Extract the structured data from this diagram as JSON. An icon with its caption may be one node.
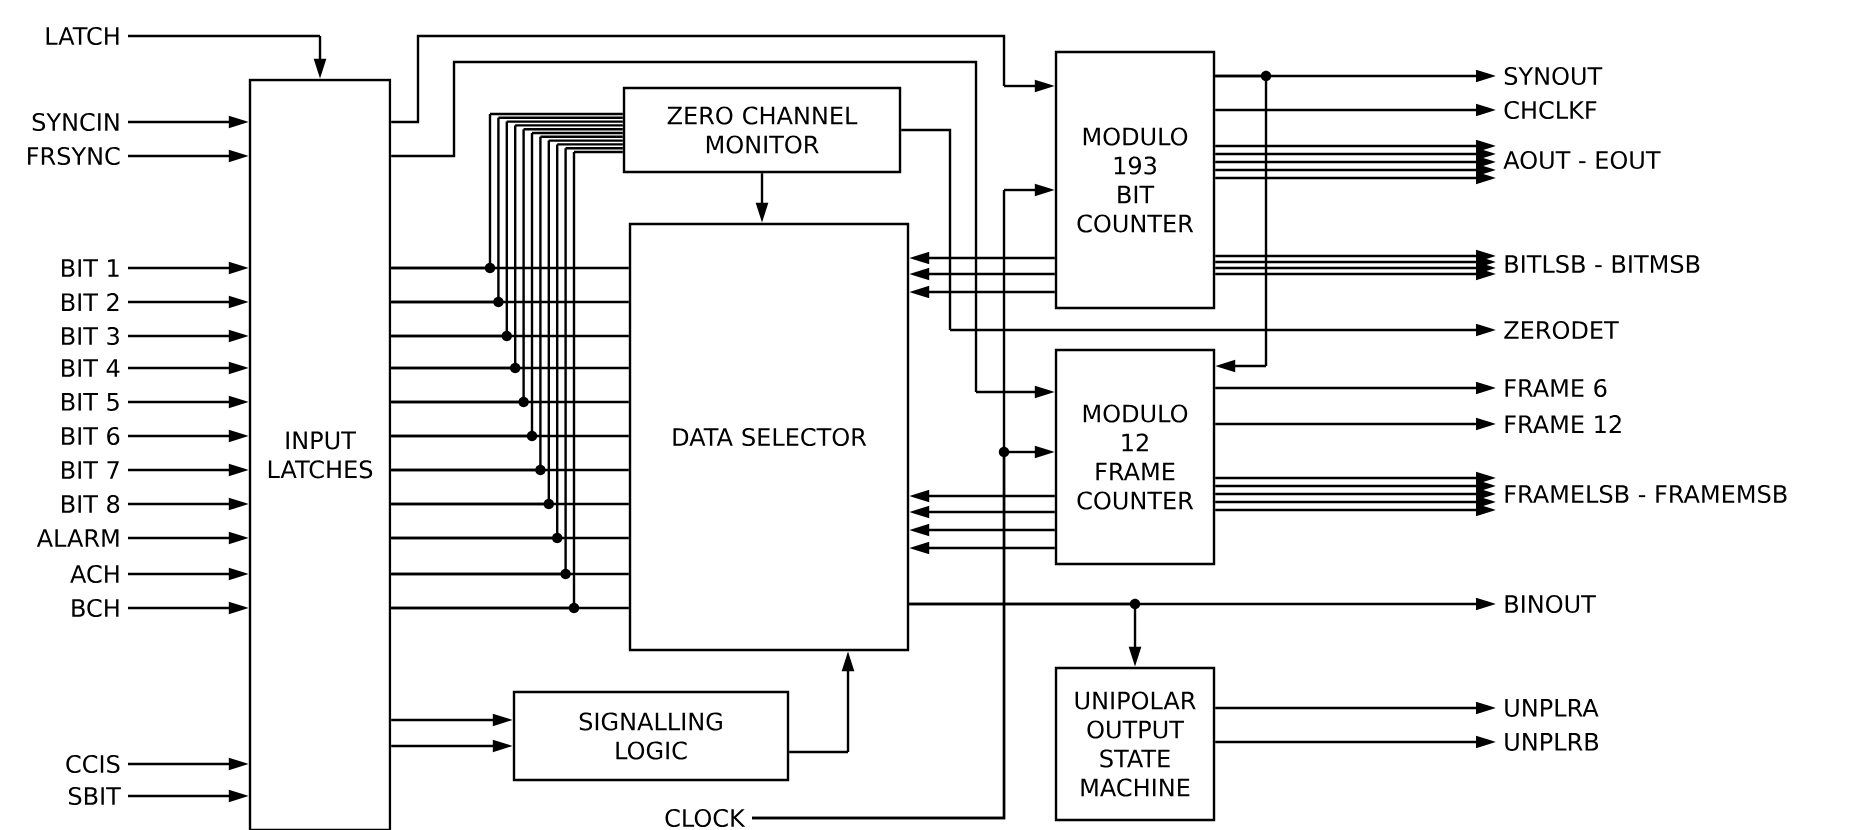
{
  "diagram": {
    "nodes": [
      {
        "text": [
          "INPUT LATCHES"
        ]
      },
      {
        "text": [
          "ZERO CHANNEL MONITOR"
        ]
      },
      {
        "text": [
          "DATA SELECTOR"
        ]
      },
      {
        "text": [
          "MODULO 193 BIT COUNTER"
        ]
      },
      {
        "text": [
          "MODULO 12 FRAME COUNTER"
        ]
      },
      {
        "text": [
          "SIGNALLING LOGIC"
        ]
      },
      {
        "text": [
          "UNIPOLAR OUTPUT STATE MACHINE"
        ]
      },
      {
        "text": [
          "LATCH"
        ]
      },
      {
        "text": [
          "SYNCIN"
        ]
      },
      {
        "text": [
          "FRSYNC"
        ]
      },
      {
        "text": [
          "BIT 1"
        ]
      },
      {
        "text": [
          "BIT 2"
        ]
      },
      {
        "text": [
          "BIT 3"
        ]
      },
      {
        "text": [
          "BIT 4"
        ]
      },
      {
        "text": [
          "BIT 5"
        ]
      },
      {
        "text": [
          "BIT 6"
        ]
      },
      {
        "text": [
          "BIT 7"
        ]
      },
      {
        "text": [
          "BIT 8"
        ]
      },
      {
        "text": [
          "ALARM"
        ]
      },
      {
        "text": [
          "ACH"
        ]
      },
      {
        "text": [
          "BCH"
        ]
      },
      {
        "text": [
          "CCIS"
        ]
      },
      {
        "text": [
          "SBIT"
        ]
      },
      {
        "text": [
          "CLOCK"
        ]
      },
      {
        "text": [
          "SYNOUT"
        ]
      },
      {
        "text": [
          "CHCLKF"
        ]
      },
      {
        "text": [
          "AOUT - EOUT"
        ]
      },
      {
        "text": [
          "BITLSB - BITMSB"
        ]
      },
      {
        "text": [
          "ZERODET"
        ]
      },
      {
        "text": [
          "FRAME 6"
        ]
      },
      {
        "text": [
          "FRAME 12"
        ]
      },
      {
        "text": [
          "FRAMELSB - FRAMEMSB"
        ]
      },
      {
        "text": [
          "BINOUT"
        ]
      },
      {
        "text": [
          "UNPLRA"
        ]
      },
      {
        "text": [
          "UNPLRB"
        ]
      }
    ],
    "edges": [
      {
        "from": 7,
        "to": 0,
        "arrow": "to"
      },
      {
        "from": 8,
        "to": 0,
        "arrow": "to"
      },
      {
        "from": 9,
        "to": 0,
        "arrow": "to"
      },
      {
        "from": 10,
        "to": 0,
        "arrow": "to"
      },
      {
        "from": 11,
        "to": 0,
        "arrow": "to"
      },
      {
        "from": 12,
        "to": 0,
        "arrow": "to"
      },
      {
        "from": 13,
        "to": 0,
        "arrow": "to"
      },
      {
        "from": 14,
        "to": 0,
        "arrow": "to"
      },
      {
        "from": 15,
        "to": 0,
        "arrow": "to"
      },
      {
        "from": 16,
        "to": 0,
        "arrow": "to"
      },
      {
        "from": 17,
        "to": 0,
        "arrow": "to"
      },
      {
        "from": 18,
        "to": 0,
        "arrow": "to"
      },
      {
        "from": 19,
        "to": 0,
        "arrow": "to"
      },
      {
        "from": 20,
        "to": 0,
        "arrow": "to"
      },
      {
        "from": 21,
        "to": 0,
        "arrow": "to"
      },
      {
        "from": 22,
        "to": 0,
        "arrow": "to"
      },
      {
        "from": 0,
        "to": 3,
        "arrow": "to"
      },
      {
        "from": 0,
        "to": 4,
        "arrow": "to"
      },
      {
        "from": 0,
        "to": 1,
        "arrow": "none"
      },
      {
        "from": 0,
        "to": 2,
        "arrow": "none"
      },
      {
        "from": 0,
        "to": 5,
        "arrow": "to"
      },
      {
        "from": 0,
        "to": 5,
        "arrow": "to"
      },
      {
        "from": 1,
        "to": 2,
        "arrow": "to"
      },
      {
        "from": 1,
        "to": 28,
        "arrow": "to"
      },
      {
        "from": 5,
        "to": 2,
        "arrow": "to"
      },
      {
        "from": 23,
        "to": 3,
        "arrow": "to"
      },
      {
        "from": 23,
        "to": 4,
        "arrow": "to"
      },
      {
        "from": 3,
        "to": 2,
        "arrow": "to"
      },
      {
        "from": 3,
        "to": 24,
        "arrow": "to"
      },
      {
        "from": 3,
        "to": 25,
        "arrow": "to"
      },
      {
        "from": 3,
        "to": 26,
        "arrow": "to"
      },
      {
        "from": 3,
        "to": 27,
        "arrow": "to"
      },
      {
        "from": 3,
        "to": 4,
        "arrow": "to"
      },
      {
        "from": 4,
        "to": 2,
        "arrow": "to"
      },
      {
        "from": 4,
        "to": 29,
        "arrow": "to"
      },
      {
        "from": 4,
        "to": 30,
        "arrow": "to"
      },
      {
        "from": 4,
        "to": 31,
        "arrow": "to"
      },
      {
        "from": 2,
        "to": 32,
        "arrow": "to"
      },
      {
        "from": 2,
        "to": 6,
        "arrow": "to"
      },
      {
        "from": 6,
        "to": 33,
        "arrow": "to"
      },
      {
        "from": 6,
        "to": 34,
        "arrow": "to"
      }
    ]
  }
}
